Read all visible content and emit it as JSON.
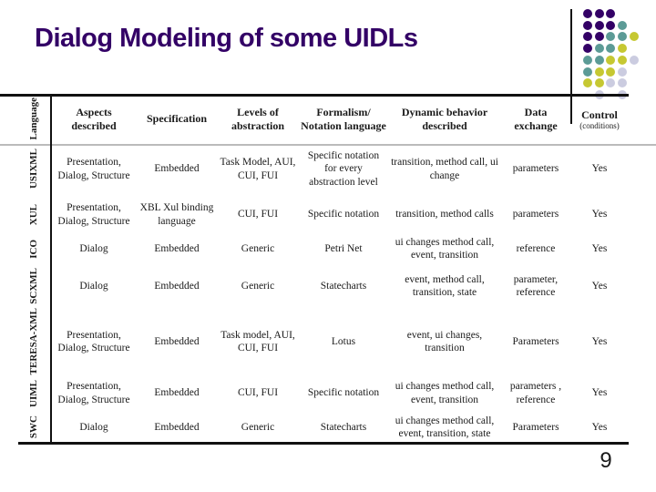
{
  "slide": {
    "title": "Dialog Modeling of some UIDLs",
    "page_number": "9"
  },
  "colors": {
    "title": "#330066",
    "table_text": "#1A1A1A",
    "rule_black": "#111111",
    "rule_gray": "#BBBBBB"
  },
  "table": {
    "corner_header": "Language",
    "columns": [
      "Aspects described",
      "Specification",
      "Levels of abstraction",
      "Formalism/ Notation language",
      "Dynamic behavior described",
      "Data exchange",
      "Control"
    ],
    "control_subheader": "(conditions)",
    "rows": [
      {
        "language": "USIXML",
        "cells": [
          "Presentation, Dialog, Structure",
          "Embedded",
          "Task Model, AUI, CUI, FUI",
          "Specific notation for every abstraction level",
          "transition, method call, ui change",
          "parameters",
          "Yes"
        ]
      },
      {
        "language": "XUL",
        "cells": [
          "Presentation, Dialog, Structure",
          "XBL Xul binding language",
          "CUI, FUI",
          "Specific notation",
          "transition, method calls",
          "parameters",
          "Yes"
        ]
      },
      {
        "language": "ICO",
        "cells": [
          "Dialog",
          "Embedded",
          "Generic",
          "Petri Net",
          "ui changes method call, event, transition",
          "reference",
          "Yes"
        ]
      },
      {
        "language": "SCXML",
        "cells": [
          "Dialog",
          "Embedded",
          "Generic",
          "Statecharts",
          "event, method call, transition, state",
          "parameter, reference",
          "Yes"
        ]
      },
      {
        "language": "TERESA-XML",
        "cells": [
          "Presentation, Dialog, Structure",
          "Embedded",
          "Task model, AUI, CUI, FUI",
          "Lotus",
          "event, ui changes, transition",
          "Parameters",
          "Yes"
        ]
      },
      {
        "language": "UIML",
        "cells": [
          "Presentation, Dialog, Structure",
          "Embedded",
          "CUI, FUI",
          "Specific notation",
          "ui changes method call, event, transition",
          "parameters , reference",
          "Yes"
        ]
      },
      {
        "language": "SWC",
        "cells": [
          "Dialog",
          "Embedded",
          "Generic",
          "Statecharts",
          "ui changes method call, event, transition, state",
          "Parameters",
          "Yes"
        ]
      }
    ]
  },
  "decor": {
    "palette": {
      "P": "#330066",
      "T": "#5C9B96",
      "Y": "#C6C832",
      "G": "#CBCCE0"
    },
    "dot_rows": [
      "PPP",
      "PPPT",
      "PPTTY",
      "PTTY",
      "TTYYG",
      "TYYG",
      "YYGG",
      " G G"
    ]
  }
}
